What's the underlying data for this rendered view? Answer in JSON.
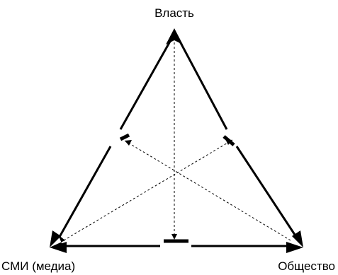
{
  "diagram": {
    "nodes": {
      "top": {
        "label": "Власть"
      },
      "bottom_left": {
        "label": "СМИ (медиа)"
      },
      "bottom_right": {
        "label": "Общество"
      }
    }
  },
  "colors": {
    "line": "#000000",
    "background": "#ffffff"
  }
}
